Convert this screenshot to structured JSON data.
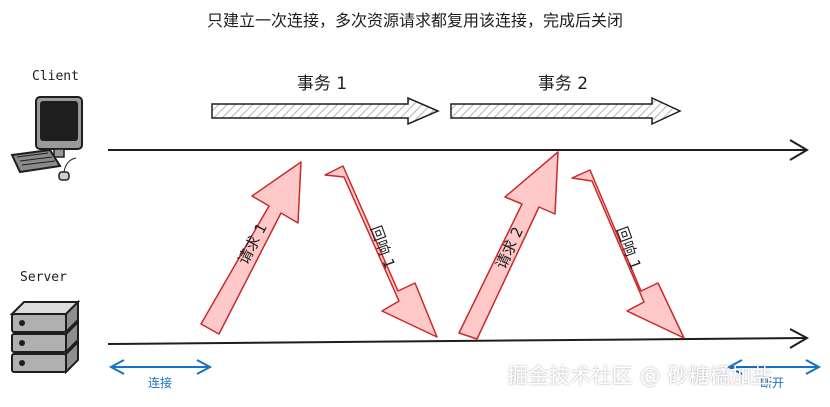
{
  "title": "只建立一次连接，多次资源请求都复用该连接，完成后关闭",
  "client": {
    "label": "Client"
  },
  "server": {
    "label": "Server"
  },
  "transactions": [
    {
      "label": "事务 1"
    },
    {
      "label": "事务 2"
    }
  ],
  "messages": [
    {
      "label": "请求 1",
      "direction": "up"
    },
    {
      "label": "回响 1",
      "direction": "down"
    },
    {
      "label": "请求 2",
      "direction": "up"
    },
    {
      "label": "回响 1",
      "direction": "down"
    }
  ],
  "connection": {
    "left_label": "连接",
    "right_label": "断开"
  },
  "watermark": "掘金技术社区 @ 砂糖橘加盐",
  "colors": {
    "message_fill": "#ffc9c9",
    "message_stroke": "#c92a2a",
    "connection_blue": "#1971c2",
    "line": "#1e1e1e"
  }
}
